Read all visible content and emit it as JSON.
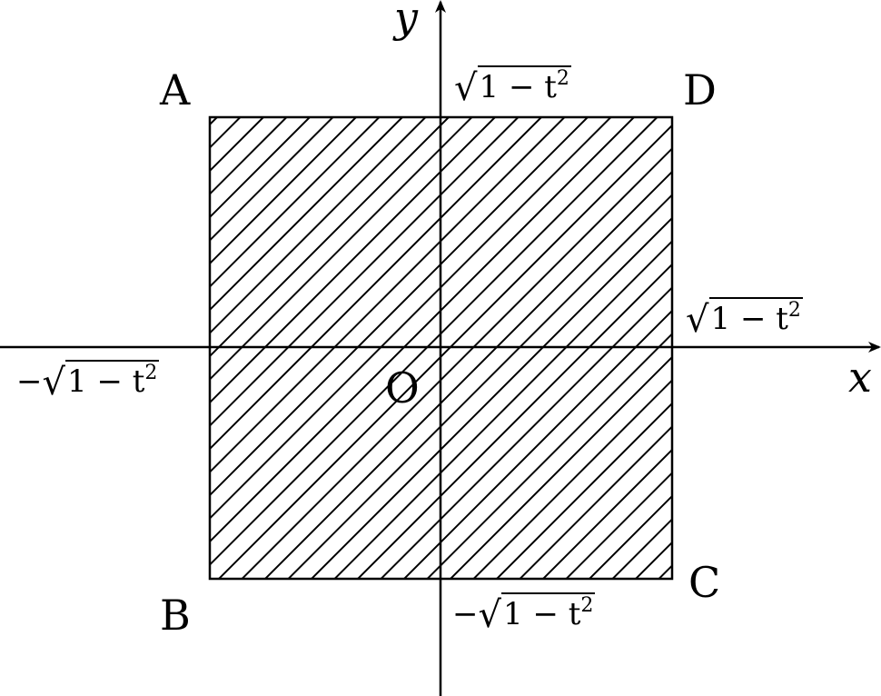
{
  "axes": {
    "x_label": "x",
    "y_label": "y",
    "origin_label": "O"
  },
  "vertices": {
    "A": "A",
    "B": "B",
    "C": "C",
    "D": "D"
  },
  "ticks": {
    "y_top": {
      "sign": "",
      "radical": "√",
      "radicand": "1 − t",
      "exp": "2"
    },
    "x_right": {
      "sign": "",
      "radical": "√",
      "radicand": "1 − t",
      "exp": "2"
    },
    "x_left": {
      "sign": "−",
      "radical": "√",
      "radicand": "1 − t",
      "exp": "2"
    },
    "y_bottom": {
      "sign": "−",
      "radical": "√",
      "radicand": "1 − t",
      "exp": "2"
    }
  },
  "region": {
    "fill": "hatched",
    "hatch_angle_deg": 45,
    "stroke": "#000000"
  }
}
